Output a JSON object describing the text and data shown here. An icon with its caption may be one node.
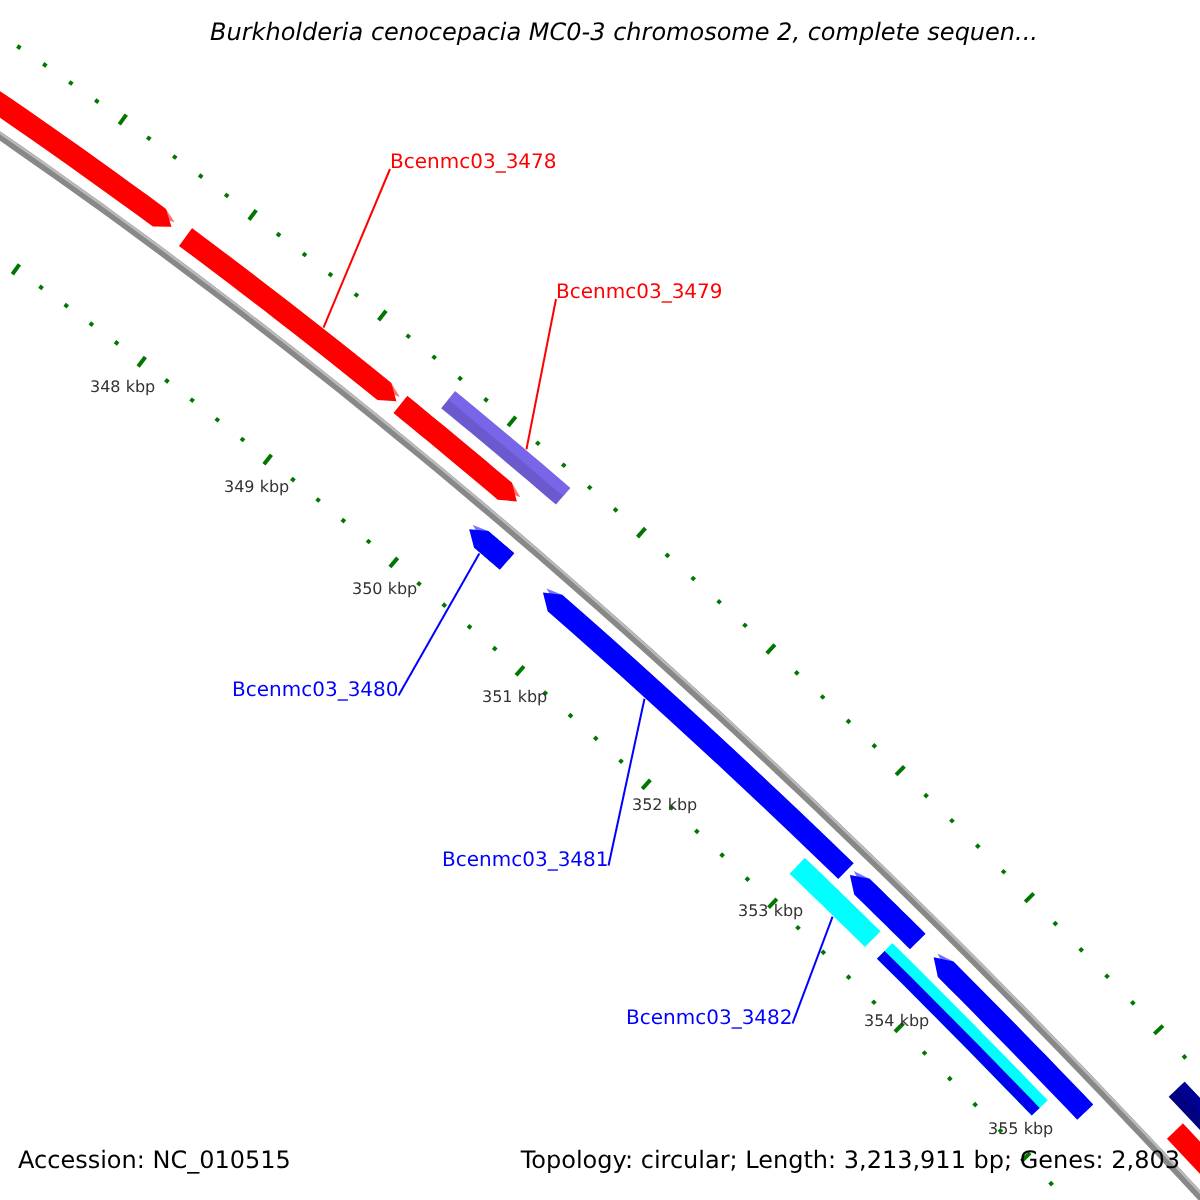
{
  "diagram": {
    "title": "Burkholderia cenocepacia MC0-3 chromosome 2, complete sequen...",
    "nodes": [
      {
        "text": [
          "Bcenmc03_3478"
        ]
      },
      {
        "text": [
          "Bcenmc03_3479"
        ]
      },
      {
        "text": [
          "Bcenmc03_3480"
        ]
      },
      {
        "text": [
          "Bcenmc03_3481"
        ]
      },
      {
        "text": [
          "Bcenmc03_3482"
        ]
      },
      {
        "text": [],
        "shape": "bar"
      },
      {
        "text": [],
        "shape": "bar"
      },
      {
        "text": [],
        "shape": "bar"
      },
      {
        "text": [],
        "shape": "bar"
      },
      {
        "text": [],
        "shape": "bar"
      },
      {
        "text": [],
        "shape": "bar"
      },
      {
        "text": [],
        "shape": "bar"
      },
      {
        "text": [],
        "shape": "bar"
      },
      {
        "text": [],
        "shape": "bar"
      },
      {
        "text": [],
        "shape": "bar"
      },
      {
        "text": [],
        "shape": "bar"
      },
      {
        "text": [],
        "shape": "bar"
      }
    ],
    "edges": [
      {
        "from": 0,
        "to": 6,
        "arrow": "none",
        "color": "#ff0000"
      },
      {
        "from": 1,
        "to": 8,
        "arrow": "none",
        "color": "#ff0000"
      },
      {
        "from": 2,
        "to": 9,
        "arrow": "none"
      },
      {
        "from": 3,
        "to": 10,
        "arrow": "none"
      },
      {
        "from": 4,
        "to": 11,
        "arrow": "none"
      }
    ],
    "labels": [
      "348 kbp",
      "349 kbp",
      "350 kbp",
      "351 kbp",
      "352 kbp",
      "353 kbp",
      "354 kbp",
      "355 kbp",
      "Accession: NC_010515",
      "Topology: circular; Length: 3,213,911 bp; Genes: 2,803"
    ]
  }
}
